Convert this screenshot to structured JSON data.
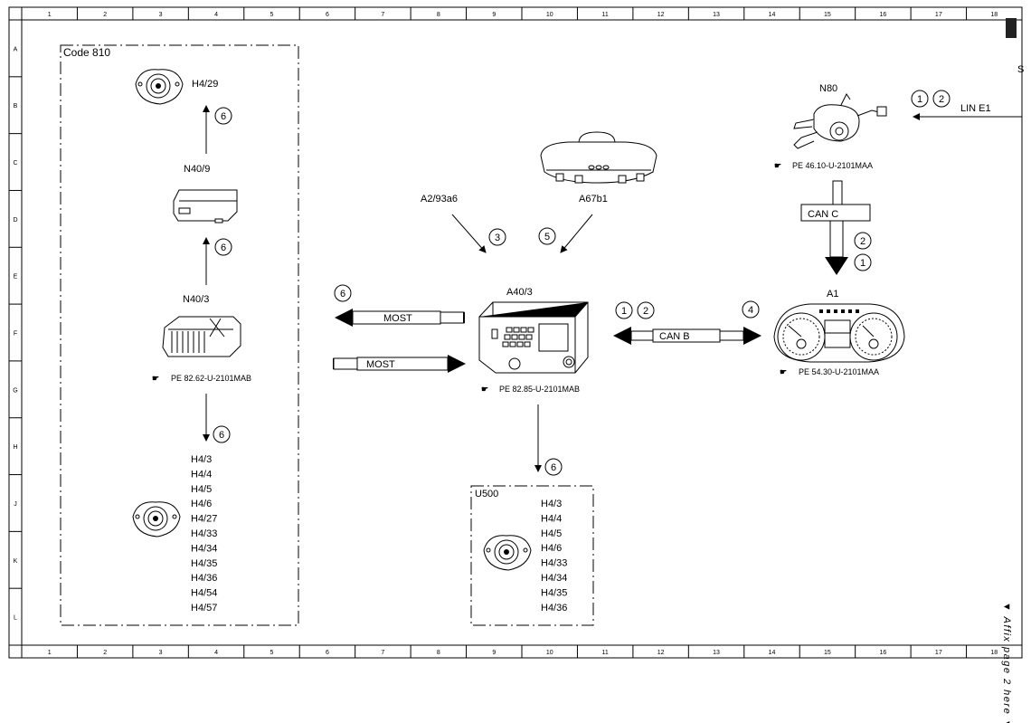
{
  "grid": {
    "columns": [
      "1",
      "2",
      "3",
      "4",
      "5",
      "6",
      "7",
      "8",
      "9",
      "10",
      "11",
      "12",
      "13",
      "14",
      "15",
      "16",
      "17",
      "18"
    ],
    "rows": [
      "A",
      "B",
      "C",
      "D",
      "E",
      "F",
      "G",
      "H",
      "J",
      "K",
      "L"
    ]
  },
  "side_note": "▼ Affix page 2 here ▼",
  "edge_mark": "S",
  "left_box": {
    "title": "Code 810",
    "h4_29": "H4/29",
    "n40_9": "N40/9",
    "n40_3": "N40/3",
    "n40_3_ref": "PE 82.62-U-2101MAB",
    "speakers": [
      "H4/3",
      "H4/4",
      "H4/5",
      "H4/6",
      "H4/27",
      "H4/33",
      "H4/34",
      "H4/35",
      "H4/36",
      "H4/54",
      "H4/57"
    ],
    "circle_labels": [
      "6",
      "6",
      "6"
    ]
  },
  "center": {
    "a2": "A2/93a6",
    "a67": "A67b1",
    "a40": "A40/3",
    "a40_ref": "PE 82.85-U-2101MAB",
    "circle_a2": "3",
    "circle_a67": "5",
    "circle_most": "6",
    "most_out": "MOST",
    "most_in": "MOST",
    "circle_u500": "6"
  },
  "can_b": {
    "label": "CAN B",
    "circles_left": [
      "1",
      "2"
    ],
    "circle_right": "4"
  },
  "cluster": {
    "title": "A1",
    "ref": "PE 54.30-U-2101MAA"
  },
  "n80": {
    "title": "N80",
    "ref": "PE 46.10-U-2101MAA",
    "can_c": "CAN C",
    "circles": [
      "2",
      "1"
    ],
    "lin": "LIN E1",
    "lin_circles": [
      "1",
      "2"
    ]
  },
  "u500": {
    "title": "U500",
    "speakers": [
      "H4/3",
      "H4/4",
      "H4/5",
      "H4/6",
      "H4/33",
      "H4/34",
      "H4/35",
      "H4/36"
    ]
  }
}
